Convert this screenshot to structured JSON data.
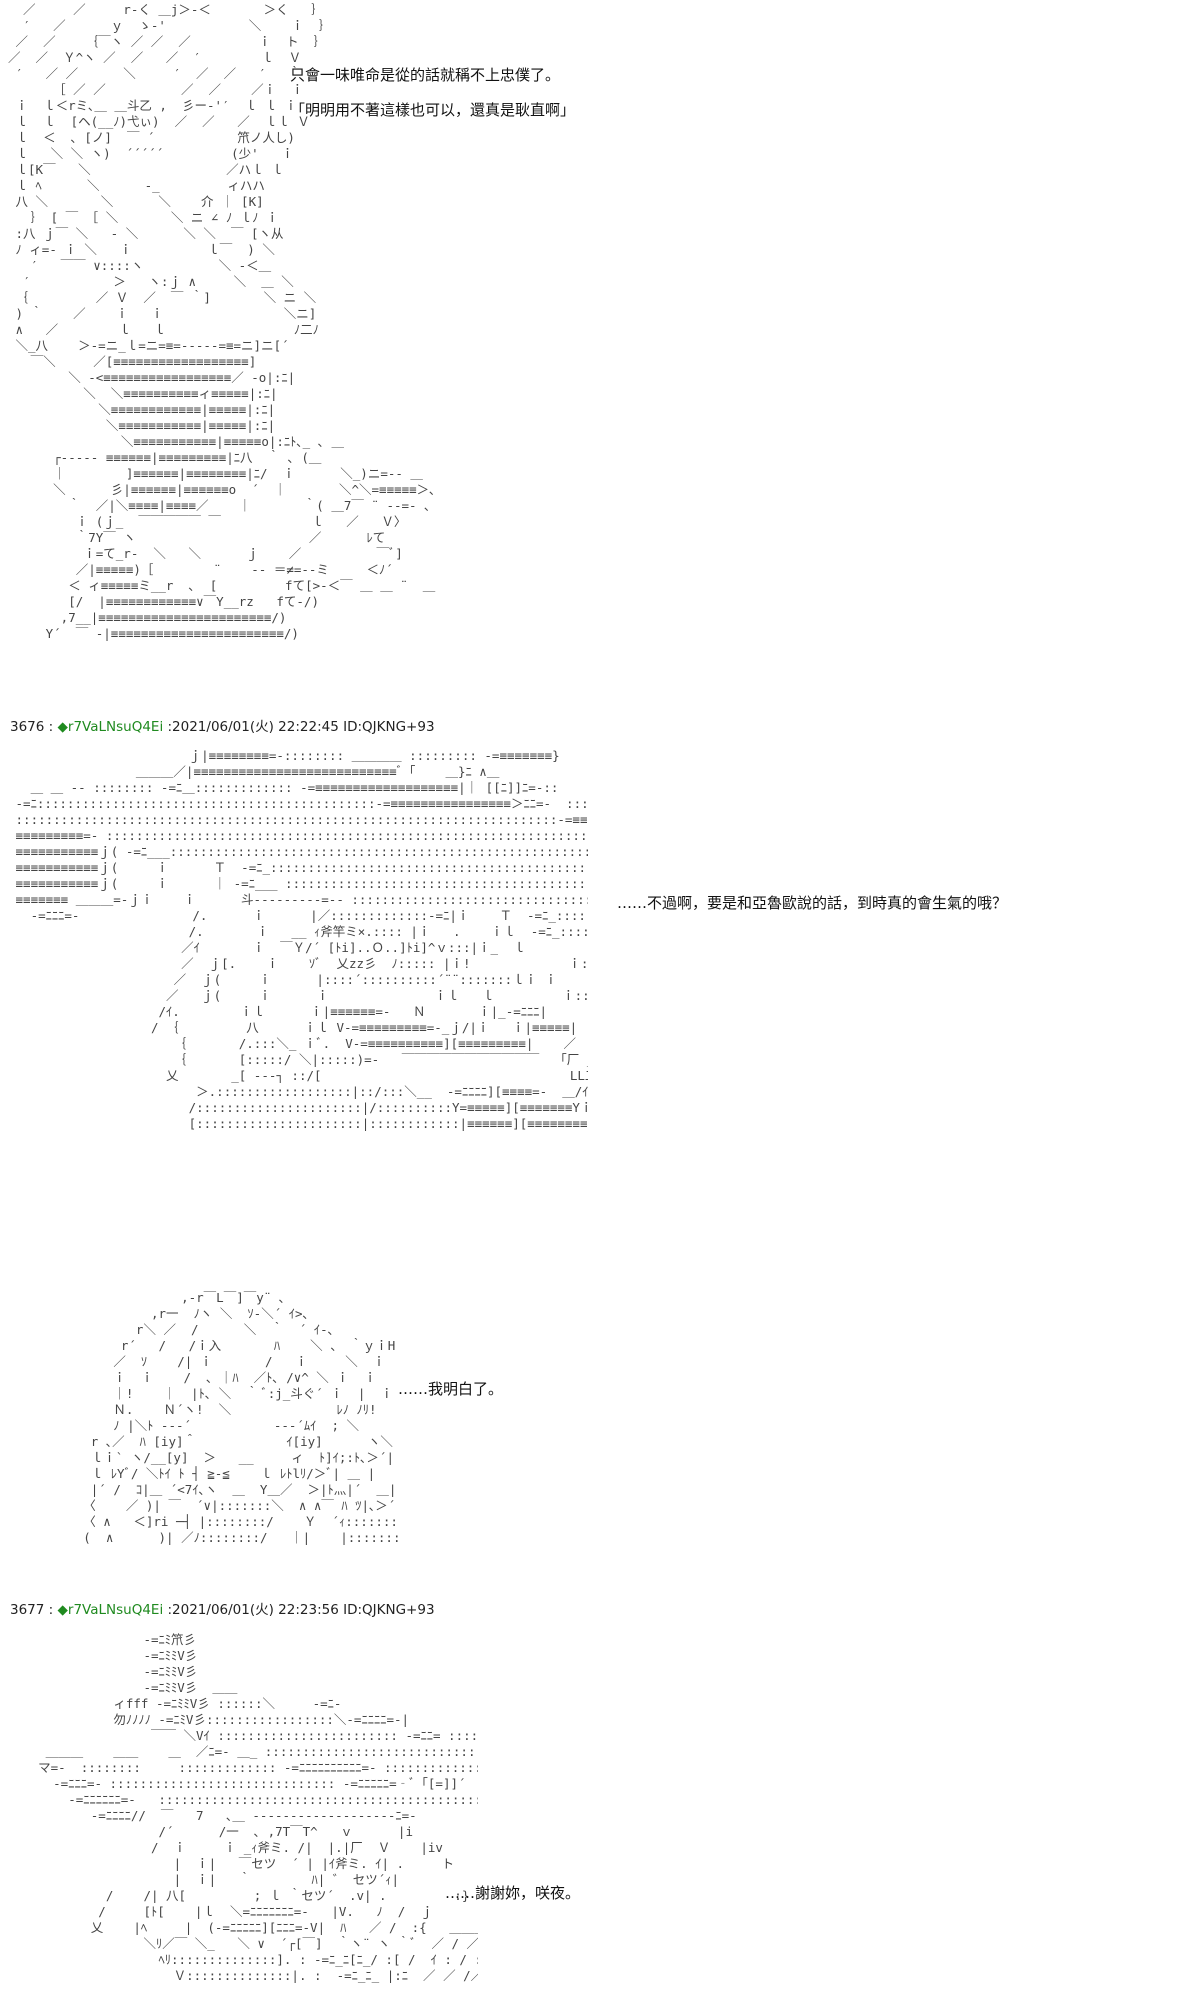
{
  "colors": {
    "poster_name": "#1f8a1f",
    "text": "#111111",
    "ascii_art": "#444444",
    "background": "#ffffff"
  },
  "posts": [
    {
      "number": "3676",
      "separator": " : ",
      "trip_mark": "◆",
      "name": "r7VaLNsuQ4Ei",
      "meta": " :2021/06/01(火) 22:22:45 ID:QJKNG+93"
    },
    {
      "number": "3677",
      "separator": " : ",
      "trip_mark": "◆",
      "name": "r7VaLNsuQ4Ei",
      "meta": " :2021/06/01(火) 22:23:56 ID:QJKNG+93"
    }
  ],
  "dialogues": [
    {
      "lines": [
        "只會一味唯命是從的話就稱不上忠僕了。",
        "「明明用不著這樣也可以，還真是耿直啊」"
      ]
    },
    {
      "lines": [
        "……不過啊，要是和亞魯歐說的話，到時真的會生氣的哦？"
      ]
    },
    {
      "lines": [
        "……我明白了。"
      ]
    },
    {
      "lines": [
        "……謝謝妳，咲夜。"
      ]
    }
  ],
  "ascii_art": [
    "  ／     ／     r‐く ＿j＞‐＜       ＞く   ｝\n  ′   ／      ｙ  ゝ‐'           ＼    ｉ  ｝\n ／  ／    ｛￣ヽ ／ ／  ／         ｉ  ト  ｝\n／  ／  Ｙ^ヽ ／  ／   ／  ′        ｌ  Ｖ\n ′   ／ ／      ＼     ′  ／  ／   ′   ｀\n      ［ ／ ／          ／  ／    ／ｉ  ｉ\n ｉ  ｌ＜rミ､＿ ＿斗乙 ,  彡ー‐'′  ｌ ｌ ｉ\n ｌ  ｌ  [ヘ(__ﾉ)弋ぃ)  ／  ／   ／  ｌｌ Ｖ\n ｌ  ＜  ､ [ノ]  ￣ ´           笊ノ人し)\n ｌ   ＼ ＼ ヽ)  ´´´´´         (少'   ｉ\n ｌ[K￣   ＼                  ／ハｌ ｌ\n ｌ ﾍ      ＼      ‐_         ィハハ\n 八 ＼       ＼      ＼    介 ｜ [K]\n   ｝ [ ￣ ［ ＼       ＼ ニ ∠ ﾉ ｌﾉ ｉ\n :八 ｊ￣ ＼   ‐ ＼      ＼ ＼  ￣ [ヽ从\n ﾉ ィ=‐ ｉ ＼   ｉ          ｌ￣  ) ＼\n   ′   ￣￣ ∨::::ヽ          ＼ ‐＜＿\n  ′           ＞   ヽ:ｊ ∧     ＼  ＿ ＼\n ｛         ／ Ｖ  ／  ￣ ｀]       ＼ ニ ＼\n ) ｀    ／    ｉ   ｉ                ＼ニ]\n ∧   ／        ｌ   ｌ                 ﾉ二ﾉ\n ＼_八    ＞‐=ニ_ｌ=ニ=≡=‐‐‐‐‐=≡=ニ]ニ[´\n   ￣＼     ／[≡≡≡≡≡≡≡≡≡≡≡≡≡≡≡≡≡≡]\n        ＼ ‐<≡≡≡≡≡≡≡≡≡≡≡≡≡≡≡≡≡／ ‐o|:ﾆ|\n          ＼  ＼≡≡≡≡≡≡≡≡≡≡ィ≡≡≡≡≡|:ﾆ|\n            ＼≡≡≡≡≡≡≡≡≡≡≡≡|≡≡≡≡≡|:ﾆ|\n             ＼≡≡≡≡≡≡≡≡≡≡≡|≡≡≡≡≡|:ﾆ|\n               ＼≡≡≡≡≡≡≡≡≡≡≡|≡≡≡≡≡o|:ﾆﾄ､_ ､ ＿\n      ┌‐‐‐‐- ≡≡≡≡≡≡|≡≡≡≡≡≡≡≡≡|ﾆ八  ｀ ､ (＿\n      ｜        ]≡≡≡≡≡≡|≡≡≡≡≡≡≡≡|ﾆ/  ｉ      ＼_)ニ=‐‐ ＿\n      ＼      彡|≡≡≡≡≡≡|≡≡≡≡≡≡o  ´  ｜       ＼^＼=≡≡≡≡≡＞､\n        ｀  ／|＼≡≡≡≡|≡≡≡≡／    ｜       ｀( ＿7￣ ¨ ‐‐=- ､\n         ｉ (ｊ_  ￣￣￣￣￣ ￣            ｌ   ／   Ｖ〉\n         ｀7Y￣ ヽ                       ／      ﾚて\n          ｉ=て_r‐  ＼   ＼      ｊ    ／          ￣ﾞ]\n         ／|≡≡≡≡≡)［        ¨    ‐‐ ＝≠=‐-ミ     ＜ﾉ´\n        ＜ ィ≡≡≡≡≡ミ__r  ､  [         fて[>‐＜￣ ＿ ＿ ¨  ＿\n        [/  |≡≡≡≡≡≡≡≡≡≡≡≡∨￣Y__rz   fて‐/)\n       ,7__|≡≡≡≡≡≡≡≡≡≡≡≡≡≡≡≡≡≡≡≡≡≡≡/)\n     Y´  ￣ ‐|≡≡≡≡≡≡≡≡≡≡≡≡≡≡≡≡≡≡≡≡≡≡≡/)",
    "                        ｊ|≡≡≡≡≡≡≡≡=‐:::::::: ＿＿＿＿ ::::::::: ‐=≡≡≡≡≡≡≡}\n                 ＿＿＿／|≡≡≡≡≡≡≡≡≡≡≡≡≡≡≡≡≡≡≡≡≡≡≡≡≡≡≡ﾞ「    ＿}ﾆ ∧＿\n   ＿ ＿ ‐‐ :::::::: ‐=ﾆ＿::::::::::::: ‐=≡≡≡≡≡≡≡≡≡≡≡≡≡≡≡≡≡≡≡|｜ [[ﾆ]]ﾆ=‐::\n ‐=ﾆ:::::::::::::::::::::::::::::::::::::::::::::‐=≡≡≡≡≡≡≡≡≡≡≡≡≡≡≡≡＞ﾆﾆ=‐  ::::::\n ::::::::::::::::::::::::::::::::::::::::::::::::::::::::::::::::::::::::‐=≡≡≡≡≡≡=‐::::::::::::::::::::::::\n ≡≡≡≡≡≡≡≡≡=‐ ::::::::::::::::::::::::::::::::::::::::::::::::::::::::::::::::::::::::::::::::::\n ≡≡≡≡≡≡≡≡≡≡≡ｊ( ‐=ﾆ___:::::::::::::::::::::::::::::::::::::::::::::::::::::::::::::::::::::\n ≡≡≡≡≡≡≡≡≡≡≡ｊ(     ｉ      Ｔ  ‐=ﾆ_:::::::::::::::::::::::::::::::::::::::::::::::::::::::\n ≡≡≡≡≡≡≡≡≡≡≡ｊ(     ｉ      ｜ ‐=ﾆ___ ::::::::::::::::::::::::::::::::::::::::::::::::::::::\n ≡≡≡≡≡≡≡ ＿＿＿=‐ｊｉ    ｉ      斗‐‐‐‐‐‐‐‐‐=‐‐ ::::::::::::::::::::::::::::::::::::::::\n   ‐=ﾆﾆﾆ=‐               /.      ｉ      |／:::::::::::::‐=ﾆ|ｉ    Ｔ  ‐=ﾆ_:::::::::::::::::::\n                        /.       ｉ   __ ｨ斧竿ミ×.:::: |ｉ   .    ｉｌ  ‐=ﾆ_::::::: ＿＿＿ ､ ｀\n                       ／ｲ       ｉ  ￣Ｙ/´ [ﾄi]..Ｏ..]ﾄi]^ｖ:::|ｉ_  ｌ        ｉ:::::::::::::::::Ｔ     ｉ\n                       ／  ｊ[.    ｉ    ｿﾞ  乂zz彡  ﾉ::::: |ｉ!             ｉ:::::::::::::::::ｌ     ｉ\n                      ／  ｊ(     ｉ      |::::´::::::::::´¨¨:::::::ｌｉ ｉ            ｉ::::::::::::::::|     ｉ\n                     ／   ｊ(     ｉ      ｉ              ｉｌ   ｌ         ｉ:::::::::::::::::ｌ      八\n                    /ｲ.        ｉｌ      ｉ|≡≡≡≡≡≡=‐   Ｎ       ｉ|_‐=ﾆﾆﾆ|       ／\n                   / ｛         八      ｉｌ V‐=≡≡≡≡≡≡≡≡≡=‐_ｊ/|ｉ   ｉ|≡≡≡≡≡|      /\n                      ｛       /.:::＼_ ｉﾞ.  V‐=≡≡≡≡≡≡≡≡≡≡][≡≡≡≡≡≡≡≡≡|    ／    ／\n                      ｛       [:::::/ ＼|:::::)=‐   ￣￣￣￣￣￣￣￣￣￣￣  「厂 _]｝   ／    ／\n                     乂       _[ ‐‐‐┐ ::/[                                 LL二]｝  |/    /＿＿＿\n                         ＞.::::::::::::::::::|::/:::＼__  ‐=ﾆﾆﾆﾆ][≡≡≡≡=‐  ＿/ｲ    //::::::::::\n                        /::::::::::::::::::::::|/::::::::::Y=≡≡≡≡≡][≡≡≡≡≡≡≡Yｉ    /:::::::::::::\n                        [::::::::::::::::::::::|::::::::::::|≡≡≡≡≡≡][≡≡≡≡≡≡≡≡|::::::|::::::::::::::",
    "                       ,‐r￣L￣]￣y¨ ､\n                   ,r一  ﾉヽ ＼  ｿ‐＼´ ｲ>､\n                 r＼ ／  /      ＼  ｀  ´ ｲ‐､\n               r´   /   /ｉ入       ﾊ    ＼ 、 ｀ｙｉH\n              ／  ｿ    /| ｉ       /   ｉ     ＼  ｉ  ｊ\n              ｉ  ｉ    /  ､ ｜ﾊ  ／ﾄ､ /∨^ ＼ ｉ  ｉ\n              ｜!    ｜  |ﾄ､ ＼  ｀ ﾞ:j_斗ぐ´ ｉ  |  ｉ\n              Ｎ.    Ｎ´ヽ!  ＼              ﾚﾉ ﾉﾘ!\n              ﾉ |＼ﾄ ‐‐‐´           ‐‐‐´ﾑｲ  ; ＼\n           r ､／  ﾊ [iy]＾            ｲ[iy]      ヽ＼\n           ｌｉ` ヽ/__[y]  ＞   __     ィ  ﾄ]ｲ;:ﾄ､＞´|\n           ｌ ﾚYﾞ/ ＼ﾄｲ ﾄ ┤ ≧‐≦    ｌ ﾚﾄlﾘ/＞ﾞ| ＿ |\n           |´ /  ｺ|＿ ´<7ｲ､ヽ  ＿  Y＿／  ＞|ﾄ灬|´  ＿|\n          〈    ／ )| ￣  ´∨|:::::::＼  ∧ ∧￣ ﾊ ﾂ|､＞´ ∧ /\n          〈 ∧   ＜]ri ─┤ |::::::::/    Ｙ  ´ｨ:::::::::Ｖ´   (_ﾉ\n          (  ∧      )| ／ﾉ::::::::/   ｜|    |::::::::ﾊ    ＼    ))",
    "                  ‐=ﾆﾐ笊彡\n                  ‐=ﾆﾐﾐV彡\n                  ‐=ﾆﾐﾐV彡\n                  ‐=ﾆﾐﾐV彡  ＿＿\n              ィfff ‐=ﾆﾐﾐV彡 ::::::＼     ‐=ﾆ‐\n              勿ﾉﾉﾉﾉ ‐=ﾆﾐV彡:::::::::::::::::＼‐=ﾆﾆﾆﾆ=‐|\n                   ￣￣ ＼Vｲ :::::::::::::::::::::::: ‐=ﾆﾆ= ::::|\n     ＿＿＿    ＿＿    ＿  ／ﾆ=‐ ＿_ :::::::::::::::::::::::::::::::|\n    マ=‐  ::::::::     ::::::::::::: ‐=ﾆﾆﾆﾆﾆﾆﾆﾆﾆﾆ=‐ :::::::::::::ﾉ}\n      ‐=ﾆﾆﾆ=‐ :::::::::::::::::::::::::::::: ‐=ﾆﾆﾆﾆﾆ=‐ﾞ「[=]]´    ::::::::::::::::: ＿＿\n        ‐=ﾆﾆﾆﾆﾆﾆ=‐   ::::::::::::::::::::::::::::::::::::::::::::::::::::::::::::::::::::::::::＿ﾌ\n           ‐=ﾆﾆﾆﾆ//  ￣   7   ､＿ ‐‐‐‐‐‐‐‐‐‐‐‐‐‐‐‐‐‐‐ﾆ=‐\n                    /´      /一  ､ ,7T￣T^   ｖ      |i\n                   /  ｉ     ｉ _ｨ斧ミ. /|  |.|厂  Ｖ    |iv\n                      |  ｉ|   ￣セツ  ´ | |ｲ斧ミ. ｲ| .     ト\n                      |  ｉ|   ｀        ﾊ| ゛ セツ´ｨ|\n             /    /| 八[         ; ｌ ｀セツ´  .v| .         :}\n            /     [ﾄ[    |ｌ  ＼=ﾆﾆﾆﾆﾆﾆﾆ=‐   |V.   ﾉ  /  ｊ\n           乂    |ﾍ     |  (‐=ﾆﾆﾆﾆﾆ][ﾆﾆﾆ=‐V|  ﾊ   ／ /  :{   ＿＿＿\n                  ＼ﾘ／￣ ＼_   ＼ ∨  ´┌[￣]  ｀ヽ¨ ヽ ｀ﾞ  ／ / ／ ¨＼\n                    ﾍﾘ::::::::::::::]. : ‐=ﾆ_ﾆ[ﾆ_/ :[ /  ｲ : / : ／\n                      Ｖ::::::::::::::|. :  ‐=ﾆ_ﾆ_ |:ﾆ  ／ ／ /／"
  ]
}
